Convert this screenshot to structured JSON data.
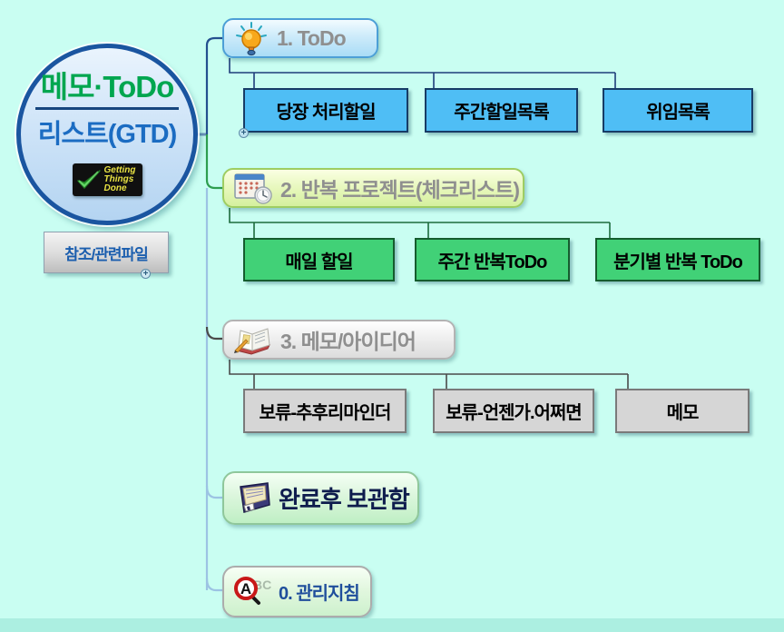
{
  "central": {
    "title_line1": "메모·ToDo",
    "title_line2": "리스트(GTD)",
    "badge_line1": "Getting",
    "badge_line2": "Things",
    "badge_line3": "Done",
    "attachment_label": "참조/관련파일"
  },
  "branches": [
    {
      "label": "1. ToDo",
      "icon": "lightbulb-icon",
      "children": [
        "당장 처리할일",
        "주간할일목록",
        "위임목록"
      ]
    },
    {
      "label": "2. 반복 프로젝트(체크리스트)",
      "icon": "calendar-clock-icon",
      "children": [
        "매일 할일",
        "주간 반복ToDo",
        "분기별 반복 ToDo"
      ]
    },
    {
      "label": "3. 메모/아이디어",
      "icon": "notebook-icon",
      "children": [
        "보류-추후리마인더",
        "보류-언젠가.어쩌면",
        "메모"
      ]
    },
    {
      "label": "완료후 보관함",
      "icon": "floppy-disk-icon",
      "children": []
    },
    {
      "label": "0. 관리지침",
      "icon": "spellcheck-icon",
      "children": []
    }
  ],
  "markers": {
    "plus": "+"
  },
  "colors": {
    "background": "#C9FEF2",
    "footer_strip": "#ACEFE1",
    "todo_child_fill": "#4FBEF5",
    "repeat_child_fill": "#41D177",
    "memo_child_fill": "#D6D6D6",
    "central_border": "#1A55A0",
    "title_green": "#00A64F",
    "title_blue": "#1B6CC2",
    "connector_navy": "#24508F",
    "connector_green": "#2E9E4F",
    "connector_gray": "#4A4A4A",
    "connector_lightblue": "#9CC3E3"
  }
}
